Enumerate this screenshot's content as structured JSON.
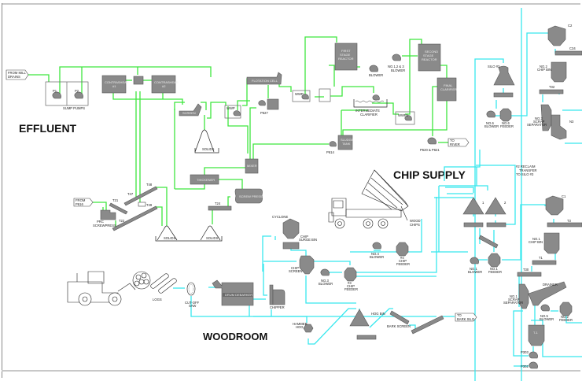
{
  "diagram": {
    "sections": {
      "effluent": "EFFLUENT",
      "chip_supply": "CHIP SUPPLY",
      "woodroom": "WOODROOM"
    },
    "colors": {
      "effluent_line": "#3ee63e",
      "chip_line": "#38e8ee",
      "equipment": "#8a8a8a"
    },
    "effluent": {
      "from_mill_drains": [
        "FROM MILL",
        "DRAINS"
      ],
      "sump_pumps": "SUMP PUMPS",
      "pump_p1": "P1",
      "pump_p2": "P2",
      "contraclear_1": [
        "CONTRASHEAR",
        "#1"
      ],
      "contraclear_2": [
        "CONTRASHEAR",
        "#2"
      ],
      "screen": "SCREEN",
      "solids_1": "SOLIDS",
      "flotation": "FLOTATION CELL",
      "pump_wwp": "WWP",
      "pump_p627": "P627",
      "pump_wwp2": "WWP",
      "first_stage_reactor": [
        "FIRST",
        "STAGE",
        "REACTOR"
      ],
      "blower": "BLOWER",
      "blowers_123": [
        "NO.1,2 & 3",
        "BLOWER"
      ],
      "second_stage_reactor": [
        "SECOND",
        "STAGE",
        "REACTOR"
      ],
      "intermediate_clarifier": [
        "INTERMEDIATE",
        "CLARIFIER"
      ],
      "pump_wwp3": "WWP1",
      "final_clarifier": [
        "FINAL",
        "CLARIFIER"
      ],
      "sludge_tank": [
        "SLUDGE",
        "TANK"
      ],
      "pump_p614": "P614",
      "pumps_p620_p621": "P620 & P621",
      "to_river": [
        "TO",
        "RIVER"
      ],
      "mixer": "MIXER",
      "thickener": "THICKENER",
      "press": "SCREW PRESS",
      "t24": "T24",
      "from_p616": [
        "FROM",
        "P616"
      ],
      "p_screwpress": [
        "PRC",
        "SCREWPRESS"
      ],
      "t21": "T21",
      "t22": "T22",
      "t47": "T47",
      "t48": "T48",
      "t49": "T49",
      "solids_2": "SOLIDS",
      "solids_3": "SOLIDS"
    },
    "chip_supply": {
      "silo3": "SILO #3",
      "c2": "C2",
      "c34": "C34",
      "no2_chip_bin": [
        "NO.2",
        "CHIP BIN"
      ],
      "t32": "T32",
      "no6_blower": [
        "NO.6",
        "BLOWER"
      ],
      "no6_feeder": [
        "NO.6",
        "FEEDER"
      ],
      "no2_scrap_separator": [
        "NO.2",
        "SCRAP",
        "SEPARATOR"
      ],
      "n3": "N3",
      "reclaim_transfer": [
        "#2 RECLAIM",
        "TRANSFER",
        "TO SILO #3"
      ],
      "silo_1": "1",
      "silo_2": "2",
      "wood_chips": [
        "WOOD",
        "CHIPS"
      ],
      "c1": "C1",
      "t3": "T3",
      "no1_chip_bin": [
        "NO.1",
        "CHIP BIN"
      ],
      "t1": "T1",
      "t30": "T30",
      "no1_blower": [
        "NO.1",
        "BLOWER"
      ],
      "no1_feeder": [
        "NO.1",
        "FEEDER"
      ],
      "no4_blower": [
        "NO.4",
        "BLOWER"
      ],
      "chip_feeder_4": [
        "#4",
        "CHIP",
        "FEEDER"
      ],
      "cyclone": "CYCLONE",
      "chip_surge_bin": [
        "CHIP",
        "SURGE BIN"
      ],
      "chip_screen": [
        "CHIP",
        "SCREEN"
      ],
      "no3_blower": [
        "NO.3",
        "BLOWER"
      ],
      "chip_feeder_3": [
        "#3",
        "CHIP",
        "FEEDER"
      ],
      "dinker": "DRAINER",
      "no1_scrap_separator": [
        "NO.1",
        "SCRAP",
        "SEPARATOR"
      ],
      "no5_blower": [
        "NO.5",
        "BLOWER"
      ],
      "no2_feeder": [
        "NO.2",
        "FEEDER"
      ],
      "tank": "T-1",
      "p303": "P303",
      "p302": "P302"
    },
    "woodroom": {
      "logs": "LOGS",
      "cut_off_saw": [
        "CUT-OFF",
        "SAW"
      ],
      "drum_debarker": "DRUM DEBARKER",
      "chipper": "CHIPPER",
      "hammer_hog": [
        "HAMMER",
        "HOG"
      ],
      "hog_bin": "HOG BIN",
      "bark_screen": "BARK SCREEN",
      "to_bark_silo": [
        "TO",
        "BARK SILO"
      ]
    }
  }
}
